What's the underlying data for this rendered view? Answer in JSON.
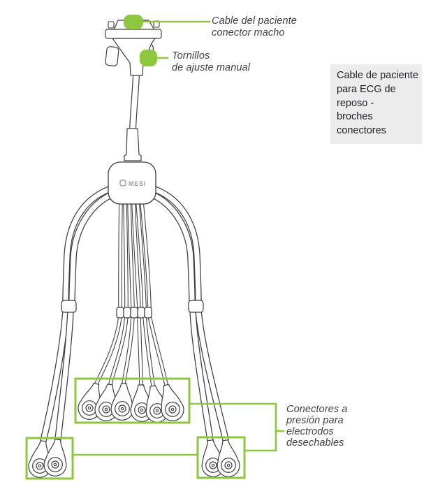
{
  "diagram": {
    "brand_logo": {
      "icon": "mesi-squircle-icon",
      "text": "MESI"
    },
    "labels": {
      "male_connector": {
        "lines": [
          "Cable del paciente",
          "conector macho"
        ]
      },
      "screws": {
        "lines": [
          "Tornillos",
          "de ajuste manual"
        ]
      },
      "snap_connectors": {
        "lines": [
          "Conectores a",
          "presión para",
          "electrodos",
          "desechables"
        ]
      },
      "info_box": {
        "lines": [
          "Cable de paciente",
          "para ECG de",
          "reposo  -",
          "broches",
          "conectores"
        ]
      }
    },
    "colors": {
      "accent_green": "#8dc63f",
      "line_art": "#3d3d3d",
      "label_text": "#414141",
      "info_box_bg": "#ececec",
      "info_box_text": "#20202a",
      "logo_gray": "#9c9c9c"
    }
  }
}
